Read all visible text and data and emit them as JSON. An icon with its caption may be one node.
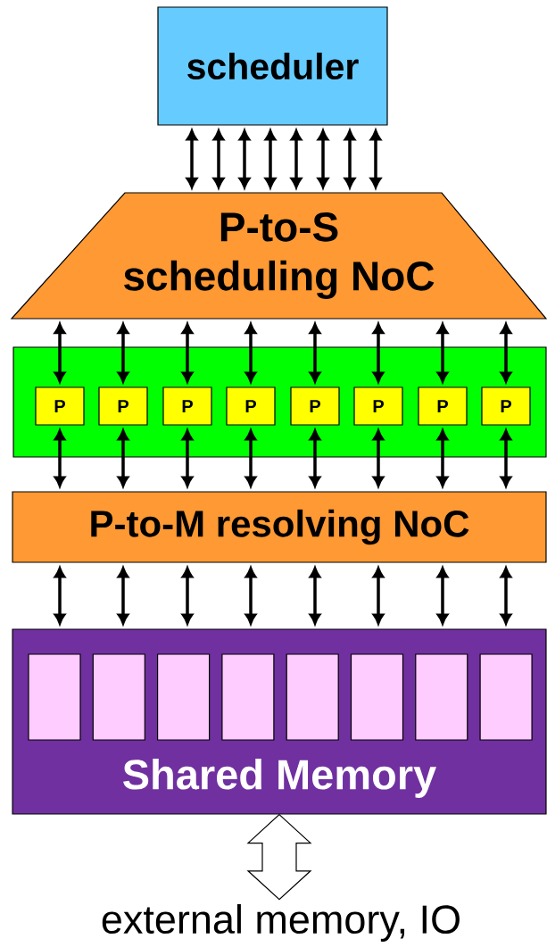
{
  "diagram": {
    "nodes": [
      {
        "text": [
          "scheduler"
        ]
      },
      {
        "text": [
          "P-to-S scheduling NoC"
        ]
      },
      {
        "text": [],
        "shape": "box"
      },
      {
        "text": [
          "P"
        ],
        "in": 2
      },
      {
        "text": [
          "P"
        ],
        "in": 2
      },
      {
        "text": [
          "P"
        ],
        "in": 2
      },
      {
        "text": [
          "P"
        ],
        "in": 2
      },
      {
        "text": [
          "P"
        ],
        "in": 2
      },
      {
        "text": [
          "P"
        ],
        "in": 2
      },
      {
        "text": [
          "P"
        ],
        "in": 2
      },
      {
        "text": [
          "P"
        ],
        "in": 2
      },
      {
        "text": [
          "P-to-M resolving NoC"
        ]
      },
      {
        "text": [
          "Shared Memory"
        ]
      },
      {
        "text": [],
        "shape": "box",
        "in": 12
      },
      {
        "text": [],
        "shape": "box",
        "in": 12
      },
      {
        "text": [],
        "shape": "box",
        "in": 12
      },
      {
        "text": [],
        "shape": "box",
        "in": 12
      },
      {
        "text": [],
        "shape": "box",
        "in": 12
      },
      {
        "text": [],
        "shape": "box",
        "in": 12
      },
      {
        "text": [],
        "shape": "box",
        "in": 12
      },
      {
        "text": [],
        "shape": "box",
        "in": 12
      },
      {
        "text": [
          "external memory, IO"
        ]
      }
    ],
    "edges": [
      {
        "from": 0,
        "to": 1,
        "arrow": "both"
      },
      {
        "from": 0,
        "to": 1,
        "arrow": "both"
      },
      {
        "from": 0,
        "to": 1,
        "arrow": "both"
      },
      {
        "from": 0,
        "to": 1,
        "arrow": "both"
      },
      {
        "from": 0,
        "to": 1,
        "arrow": "both"
      },
      {
        "from": 0,
        "to": 1,
        "arrow": "both"
      },
      {
        "from": 0,
        "to": 1,
        "arrow": "both"
      },
      {
        "from": 0,
        "to": 1,
        "arrow": "both"
      },
      {
        "from": 1,
        "to": 3,
        "arrow": "both"
      },
      {
        "from": 1,
        "to": 4,
        "arrow": "both"
      },
      {
        "from": 1,
        "to": 5,
        "arrow": "both"
      },
      {
        "from": 1,
        "to": 6,
        "arrow": "both"
      },
      {
        "from": 1,
        "to": 7,
        "arrow": "both"
      },
      {
        "from": 1,
        "to": 8,
        "arrow": "both"
      },
      {
        "from": 1,
        "to": 9,
        "arrow": "both"
      },
      {
        "from": 1,
        "to": 10,
        "arrow": "both"
      },
      {
        "from": 11,
        "to": 3,
        "arrow": "both"
      },
      {
        "from": 11,
        "to": 4,
        "arrow": "both"
      },
      {
        "from": 11,
        "to": 5,
        "arrow": "both"
      },
      {
        "from": 11,
        "to": 6,
        "arrow": "both"
      },
      {
        "from": 11,
        "to": 7,
        "arrow": "both"
      },
      {
        "from": 11,
        "to": 8,
        "arrow": "both"
      },
      {
        "from": 11,
        "to": 9,
        "arrow": "both"
      },
      {
        "from": 11,
        "to": 10,
        "arrow": "both"
      },
      {
        "from": 11,
        "to": 12,
        "arrow": "both"
      },
      {
        "from": 11,
        "to": 12,
        "arrow": "both"
      },
      {
        "from": 11,
        "to": 12,
        "arrow": "both"
      },
      {
        "from": 11,
        "to": 12,
        "arrow": "both"
      },
      {
        "from": 11,
        "to": 12,
        "arrow": "both"
      },
      {
        "from": 11,
        "to": 12,
        "arrow": "both"
      },
      {
        "from": 11,
        "to": 12,
        "arrow": "both"
      },
      {
        "from": 11,
        "to": 12,
        "arrow": "both"
      },
      {
        "from": 12,
        "to": 21,
        "arrow": "both",
        "style": "thick"
      }
    ]
  }
}
